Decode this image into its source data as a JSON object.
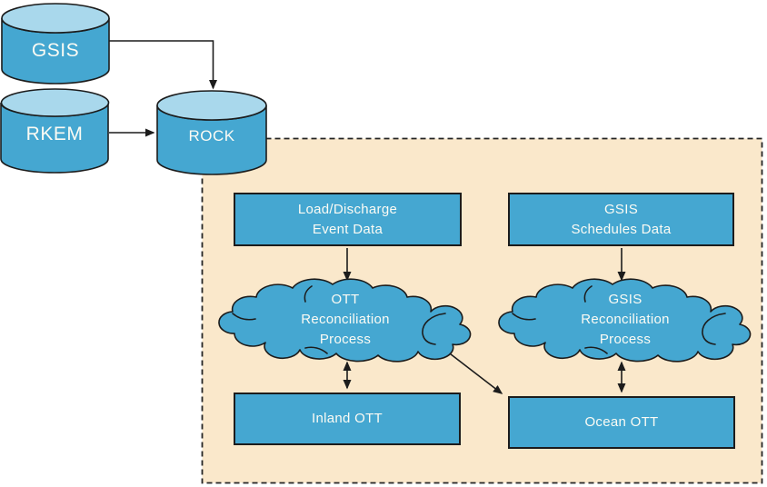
{
  "diagram": {
    "cylinders": [
      {
        "id": "gsis",
        "label": "GSIS"
      },
      {
        "id": "rkem",
        "label": "RKEM"
      },
      {
        "id": "rock",
        "label": "ROCK"
      }
    ],
    "boxes": [
      {
        "id": "load-discharge-event-data",
        "label": "Load/Discharge\nEvent Data"
      },
      {
        "id": "gsis-schedules-data",
        "label": "GSIS\nSchedules Data"
      },
      {
        "id": "inland-ott",
        "label": "Inland OTT"
      },
      {
        "id": "ocean-ott",
        "label": "Ocean OTT"
      }
    ],
    "clouds": [
      {
        "id": "ott-reconciliation-process",
        "label": "OTT\nReconciliation\nProcess"
      },
      {
        "id": "gsis-reconciliation-process",
        "label": "GSIS\nReconciliation\nProcess"
      }
    ],
    "connections": [
      {
        "from": "gsis",
        "to": "rock",
        "bidirectional": false
      },
      {
        "from": "rkem",
        "to": "rock",
        "bidirectional": false
      },
      {
        "from": "load-discharge-event-data",
        "to": "ott-reconciliation-process",
        "bidirectional": false
      },
      {
        "from": "gsis-schedules-data",
        "to": "gsis-reconciliation-process",
        "bidirectional": false
      },
      {
        "from": "ott-reconciliation-process",
        "to": "inland-ott",
        "bidirectional": true
      },
      {
        "from": "gsis-reconciliation-process",
        "to": "ocean-ott",
        "bidirectional": true
      },
      {
        "from": "ott-reconciliation-process",
        "to": "ocean-ott",
        "bidirectional": true
      }
    ],
    "colors": {
      "shape_fill": "#45a7d1",
      "cylinder_top": "#a9d8ec",
      "boundary_fill": "#fae8cb",
      "stroke": "#1c1c1c",
      "text": "#fbfbf4"
    }
  }
}
